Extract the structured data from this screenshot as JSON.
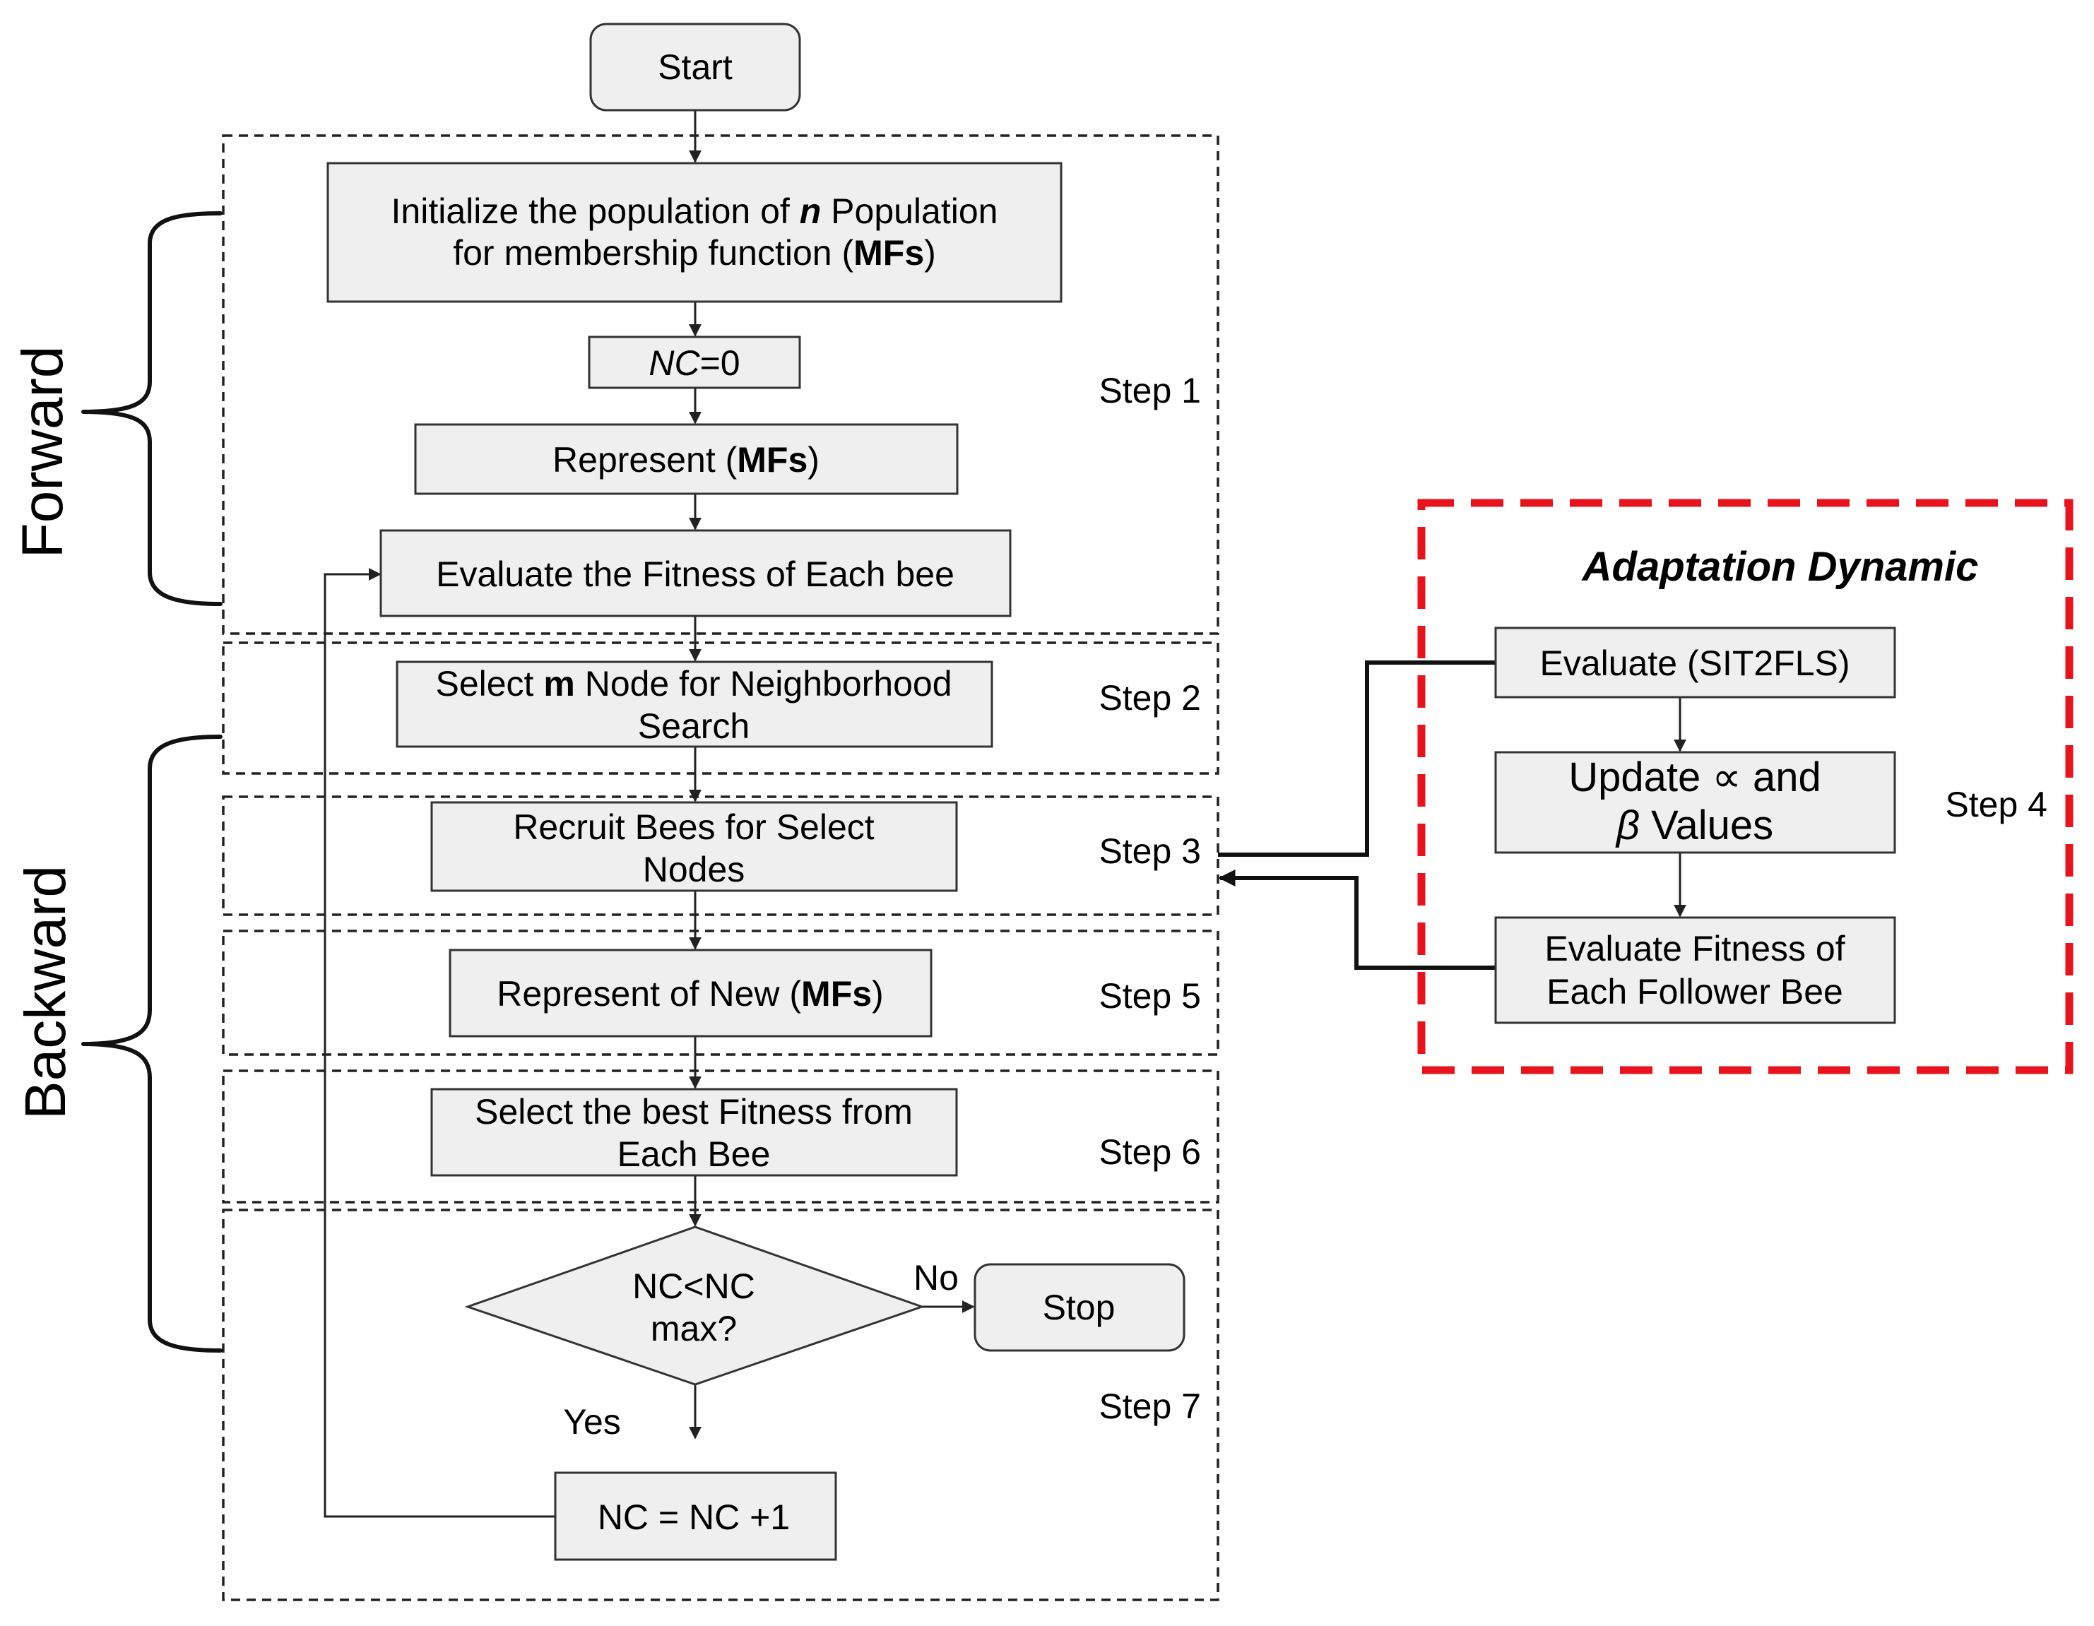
{
  "braces": {
    "forward": "Forward",
    "backward": "Backward"
  },
  "flow": {
    "start": "Start",
    "init_line1_a": "Initialize the population of ",
    "init_line1_n": "n",
    "init_line1_b": "  Population",
    "init_line2_a": "for membership function  (",
    "init_line2_bold": "MFs",
    "init_line2_b": ")",
    "nc0_italic": "NC",
    "nc0_rest": "=0",
    "represent_a": "Represent (",
    "represent_bold": "MFs",
    "represent_b": ")",
    "evaluate_fitness": "Evaluate the Fitness of Each bee",
    "select_line1_a": "Select ",
    "select_line1_bold": "m",
    "select_line1_b": " Node for Neighborhood",
    "select_line2": "Search",
    "recruit_line1": "Recruit Bees for Select",
    "recruit_line2": "Nodes",
    "represent_new_a": "Represent  of New (",
    "represent_new_bold": "MFs",
    "represent_new_b": ")",
    "best_line1": "Select the best Fitness from",
    "best_line2": "Each Bee",
    "decision_line1": "NC<NC",
    "decision_line2": "max?",
    "no_label": "No",
    "yes_label": "Yes",
    "stop": "Stop",
    "increment": "NC = NC +1"
  },
  "steps": {
    "step1": "Step 1",
    "step2": "Step 2",
    "step3": "Step 3",
    "step4": "Step 4",
    "step5": "Step 5",
    "step6": "Step 6",
    "step7": "Step 7"
  },
  "adaptation": {
    "title": "Adaptation Dynamic",
    "evaluate_sit2fls": "Evaluate (SIT2FLS)",
    "update_line1": "Update ∝ and",
    "update_line2_beta": "β",
    "update_line2_rest": " Values",
    "follower_line1": "Evaluate Fitness of",
    "follower_line2": "Each Follower Bee"
  },
  "colors": {
    "box_fill": "#efefef",
    "adaptation_border": "#e8131d"
  }
}
